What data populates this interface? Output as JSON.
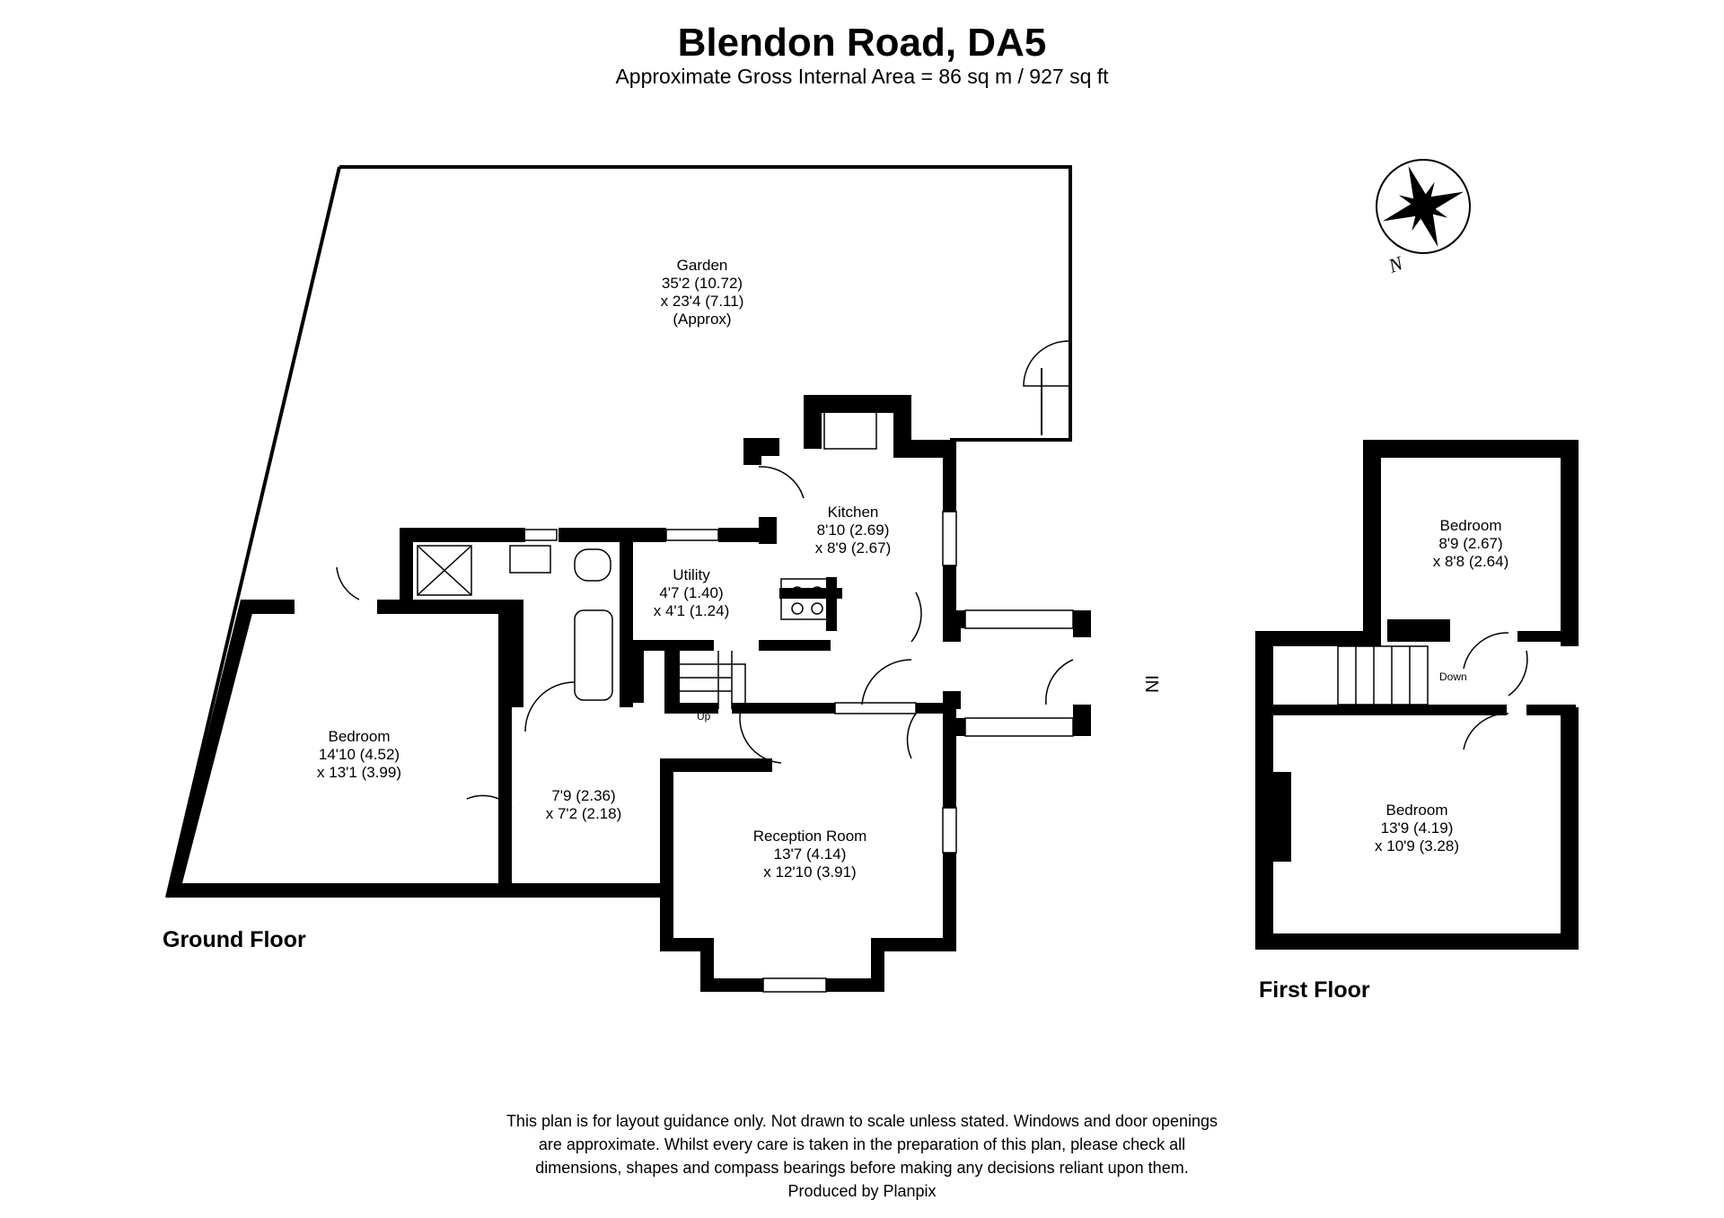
{
  "header": {
    "title": "Blendon Road, DA5",
    "subtitle": "Approximate Gross Internal Area = 86 sq m / 927 sq ft"
  },
  "rooms": {
    "garden": {
      "name": "Garden",
      "dims1": "35'2 (10.72)",
      "dims2": "x 23'4 (7.11)",
      "note": "(Approx)"
    },
    "kitchen": {
      "name": "Kitchen",
      "dims1": "8'10 (2.69)",
      "dims2": "x 8'9 (2.67)"
    },
    "utility": {
      "name": "Utility",
      "dims1": "4'7 (1.40)",
      "dims2": "x 4'1 (1.24)"
    },
    "ground_bedroom": {
      "name": "Bedroom",
      "dims1": "14'10 (4.52)",
      "dims2": "x 13'1 (3.99)"
    },
    "ground_room": {
      "dims1": "7'9 (2.36)",
      "dims2": "x 7'2 (2.18)"
    },
    "reception": {
      "name": "Reception Room",
      "dims1": "13'7 (4.14)",
      "dims2": "x 12'10 (3.91)"
    },
    "first_bedroom_small": {
      "name": "Bedroom",
      "dims1": "8'9 (2.67)",
      "dims2": "x 8'8 (2.64)"
    },
    "first_bedroom_large": {
      "name": "Bedroom",
      "dims1": "13'9 (4.19)",
      "dims2": "x 10'9 (3.28)"
    }
  },
  "labels": {
    "up": "Up",
    "down": "Down",
    "entrance": "IN",
    "compass_n": "N"
  },
  "floors": {
    "ground": "Ground Floor",
    "first": "First Floor"
  },
  "disclaimer": {
    "line1": "This plan is for layout guidance only. Not drawn to scale unless stated. Windows and door openings",
    "line2": "are approximate. Whilst every care is taken in the preparation of this plan, please check all",
    "line3": "dimensions, shapes and compass bearings before making any decisions reliant upon them.",
    "line4": "Produced by Planpix"
  },
  "colors": {
    "wall": "#000000",
    "background": "#ffffff"
  }
}
